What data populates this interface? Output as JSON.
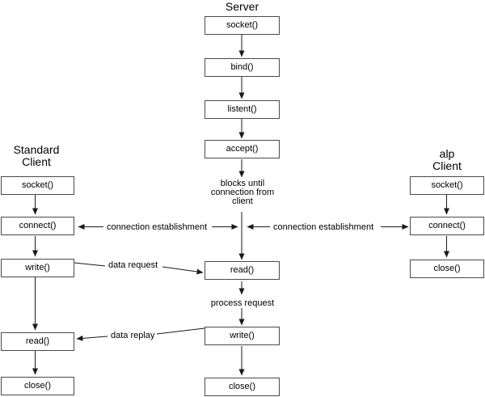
{
  "diagram": {
    "titles": {
      "server": "Server",
      "standard_client_line1": "Standard",
      "standard_client_line2": "Client",
      "alp_client_line1": "alp",
      "alp_client_line2": "Client"
    },
    "server_nodes": {
      "socket": "socket()",
      "bind": "bind()",
      "listen": "listent()",
      "accept": "accept()",
      "read": "read()",
      "write": "write()",
      "close": "close()"
    },
    "standard_client_nodes": {
      "socket": "socket()",
      "connect": "connect()",
      "write": "write()",
      "read": "read()",
      "close": "close()"
    },
    "alp_client_nodes": {
      "socket": "socket()",
      "connect": "connect()",
      "close": "close()"
    },
    "annotations": {
      "blocks_line1": "blocks until",
      "blocks_line2": "connection from",
      "blocks_line3": "client",
      "process_request": "process request",
      "connection_establishment_left": "connection establishment",
      "connection_establishment_right": "connection establishment",
      "data_request": "data request",
      "data_replay": "data replay"
    },
    "colors": {
      "background": "#ffffff",
      "box_fill": "#ffffff",
      "box_border": "#4a4a4a",
      "line": "#1a1a1a",
      "text": "#000000"
    }
  }
}
